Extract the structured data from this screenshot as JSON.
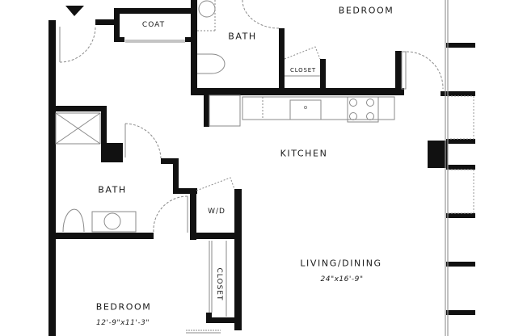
{
  "floor_plan": {
    "rooms": [
      {
        "id": "bedroom_top",
        "label": "BEDROOM"
      },
      {
        "id": "bath_top",
        "label": "BATH"
      },
      {
        "id": "coat",
        "label": "COAT"
      },
      {
        "id": "closet_top",
        "label": "CLOSET"
      },
      {
        "id": "kitchen",
        "label": "KITCHEN"
      },
      {
        "id": "bath_left",
        "label": "BATH"
      },
      {
        "id": "wd",
        "label": "W/D"
      },
      {
        "id": "closet_left",
        "label": "CLOSET"
      },
      {
        "id": "living",
        "label": "LIVING/DINING",
        "dimensions": "24\"x16'-9\""
      },
      {
        "id": "bedroom_bottom",
        "label": "BEDROOM",
        "dimensions": "12'-9\"x11'-3\""
      }
    ],
    "entry_marker": "down-triangle",
    "colors": {
      "wall": "#111111",
      "fixture": "#8a8a8a",
      "background": "#ffffff"
    }
  }
}
